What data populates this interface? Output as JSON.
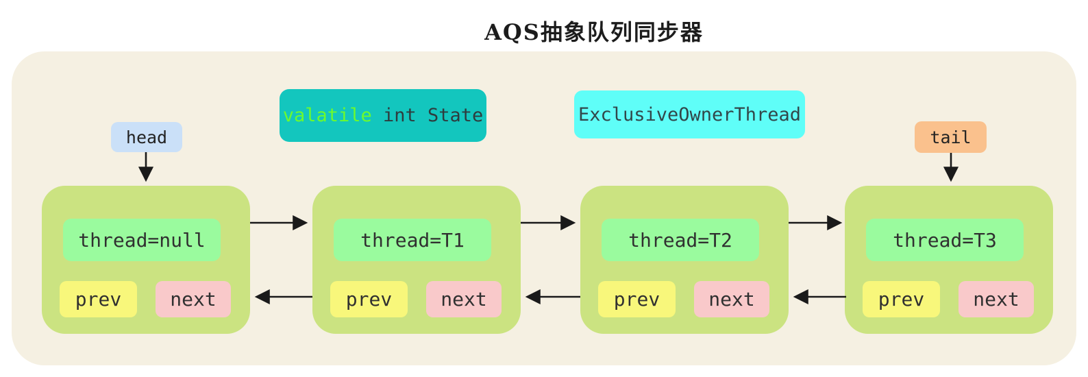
{
  "title": "AQS抽象队列同步器",
  "badges": {
    "state": {
      "keyword": "valatile",
      "rest": " int State"
    },
    "owner": "ExclusiveOwnerThread"
  },
  "pointers": {
    "head": "head",
    "tail": "tail"
  },
  "nodes": [
    {
      "thread": "thread=null",
      "prev": "prev",
      "next": "next"
    },
    {
      "thread": "thread=T1",
      "prev": "prev",
      "next": "next"
    },
    {
      "thread": "thread=T2",
      "prev": "prev",
      "next": "next"
    },
    {
      "thread": "thread=T3",
      "prev": "prev",
      "next": "next"
    }
  ],
  "arrows": {
    "head_to_node1": "down",
    "tail_to_node4": "down",
    "next_links": 3,
    "prev_links": 3
  },
  "colors": {
    "canvas_bg": "#ffffff",
    "container_bg": "#f5f0e2",
    "node_bg": "#cbe381",
    "thread_bg": "#9afb9e",
    "prev_bg": "#f8f77b",
    "next_bg": "#f9c9ca",
    "head_bg": "#cae0f8",
    "tail_bg": "#fac18d",
    "state_bg": "#13c6be",
    "state_keyword": "#6cfa2e",
    "owner_bg": "#5ffef8",
    "text": "#2f2f2f",
    "arrow": "#1a1a1a"
  }
}
